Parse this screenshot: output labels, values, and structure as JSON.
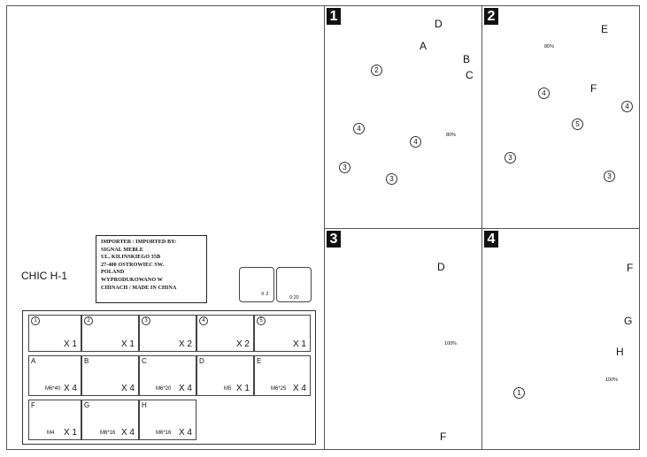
{
  "model": {
    "name": "CHIC H-1"
  },
  "importer": {
    "lines": [
      "IMPORTER / IMPORTED BY:",
      "SIGNAL MEBLE",
      "UL. KILINSKIEGO 35B",
      "27-400 OSTROWIEC SW.",
      "POLAND",
      "WYPRODUKOWANO W",
      "CHINACH / MADE IN CHINA"
    ]
  },
  "info": {
    "persons": "X 2",
    "time": "0:20"
  },
  "parts": [
    {
      "id": "1",
      "qty": "X 1",
      "spec": ""
    },
    {
      "id": "2",
      "qty": "X 1",
      "spec": ""
    },
    {
      "id": "3",
      "qty": "X 2",
      "spec": ""
    },
    {
      "id": "4",
      "qty": "X 2",
      "spec": ""
    },
    {
      "id": "5",
      "qty": "X 1",
      "spec": ""
    },
    {
      "id": "A",
      "qty": "X 4",
      "spec": "M6*40"
    },
    {
      "id": "B",
      "qty": "X 4",
      "spec": ""
    },
    {
      "id": "C",
      "qty": "X 4",
      "spec": "M6*20"
    },
    {
      "id": "D",
      "qty": "X 1",
      "spec": "M5"
    },
    {
      "id": "E",
      "qty": "X 4",
      "spec": "M6*25"
    },
    {
      "id": "F",
      "qty": "X 1",
      "spec": "M4"
    },
    {
      "id": "G",
      "qty": "X 4",
      "spec": "M6*16"
    },
    {
      "id": "H",
      "qty": "X 4",
      "spec": "M6*16"
    }
  ],
  "steps": [
    {
      "number": "1",
      "rotation": "80%",
      "labels": [
        "A",
        "B",
        "C",
        "D",
        "2",
        "3",
        "4"
      ]
    },
    {
      "number": "2",
      "rotation": "80%",
      "labels": [
        "E",
        "F",
        "3",
        "4",
        "5"
      ]
    },
    {
      "number": "3",
      "rotation": "100%",
      "labels": [
        "D",
        "F"
      ]
    },
    {
      "number": "4",
      "rotation": "100%",
      "labels": [
        "F",
        "G",
        "H",
        "1"
      ]
    }
  ],
  "colors": {
    "line": "#333333",
    "ink": "#111111",
    "watermark": "#d8d8d8"
  }
}
